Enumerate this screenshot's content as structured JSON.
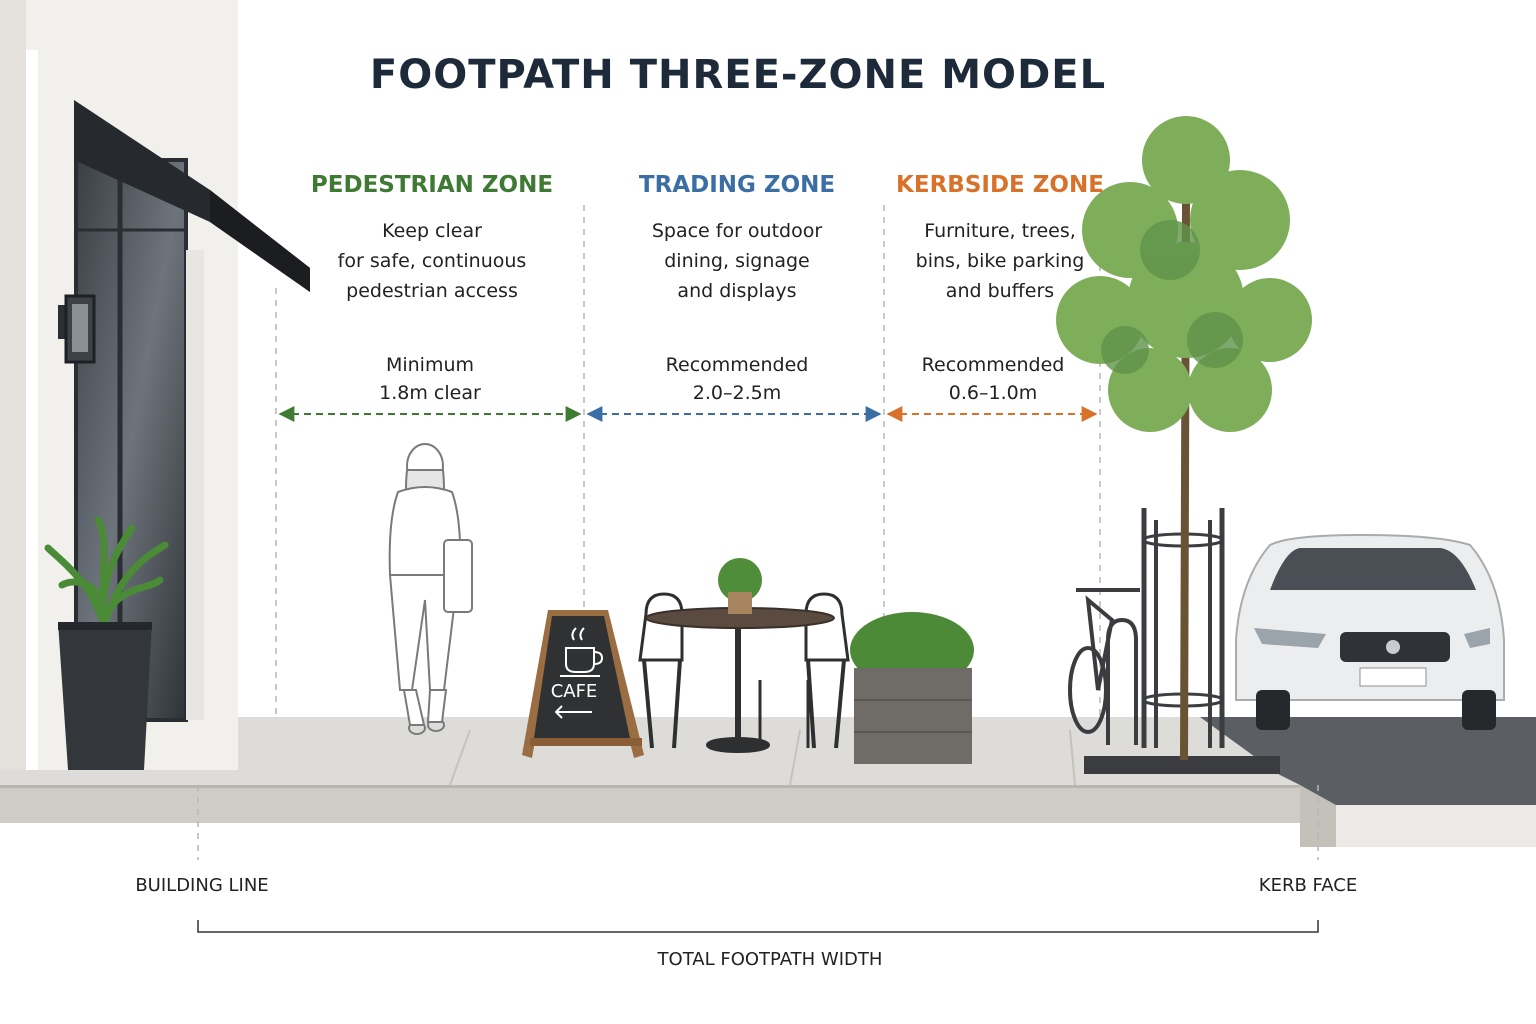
{
  "title": "FOOTPATH THREE-ZONE MODEL",
  "colors": {
    "pedestrian": "#3f7a34",
    "trading": "#3a6ea5",
    "kerbside": "#d8722a",
    "title": "#1c2a3a"
  },
  "zones": [
    {
      "name": "PEDESTRIAN ZONE",
      "description": [
        "Keep clear",
        "for safe, continuous",
        "pedestrian access"
      ],
      "width_label": [
        "Minimum",
        "1.8m clear"
      ]
    },
    {
      "name": "TRADING ZONE",
      "description": [
        "Space for outdoor",
        "dining, signage",
        "and displays"
      ],
      "width_label": [
        "Recommended",
        "2.0–2.5m"
      ]
    },
    {
      "name": "KERBSIDE ZONE",
      "description": [
        "Furniture, trees,",
        "bins, bike parking",
        "and buffers"
      ],
      "width_label": [
        "Recommended",
        "0.6–1.0m"
      ]
    }
  ],
  "sign_text": "CAFE",
  "labels": {
    "building_line": "BUILDING LINE",
    "kerb_face": "KERB FACE",
    "total_width": "TOTAL FOOTPATH WIDTH"
  }
}
